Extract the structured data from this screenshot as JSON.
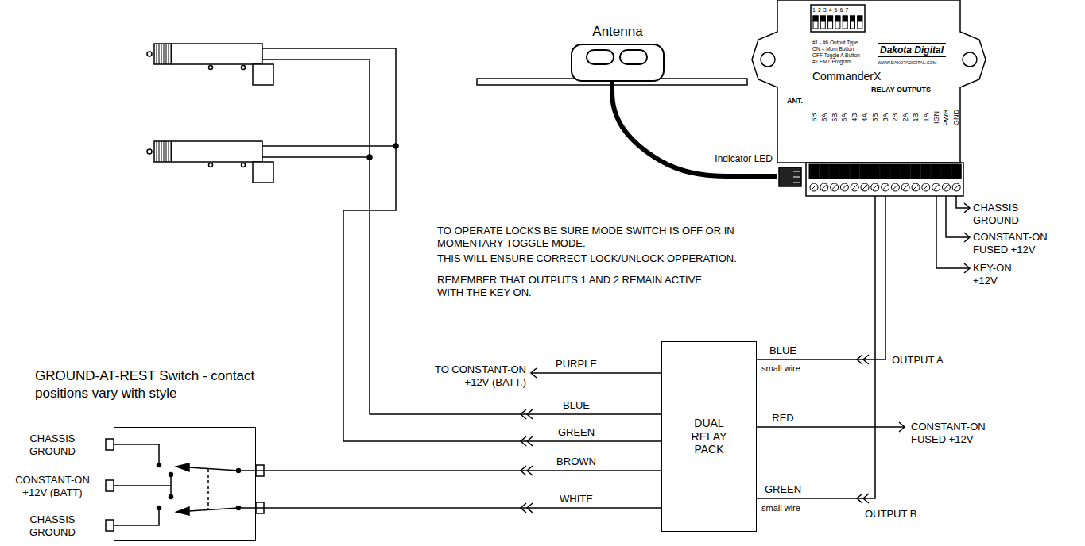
{
  "diagram": {
    "nodes": [
      {
        "text": [
          "Antenna"
        ]
      },
      {
        "text": [
          "1234567",
          "#1 - #6 Output Type",
          "ON = Mom Button",
          "OFF Toggle A Button",
          "#7 EMT Program",
          "Dakota Digital",
          "WWW.DAKOTADIGITAL.COM",
          "CommanderX",
          "RELAY OUTPUTS",
          "ANT.",
          "6B",
          "6A",
          "5B",
          "5A",
          "4B",
          "4A",
          "3B",
          "3A",
          "2B",
          "2A",
          "1B",
          "1A",
          "IGN",
          "PWR",
          "GND"
        ]
      },
      {
        "text": [
          "DUAL RELAY PACK"
        ]
      },
      {
        "text": [
          "GROUND-AT-REST Switch - contact positions vary with style"
        ]
      }
    ],
    "edges": [
      {
        "from": 0,
        "to": 1,
        "arrow": "none"
      },
      {
        "from": 2,
        "to": 1,
        "arrow": "none"
      },
      {
        "from": 2,
        "to": 1,
        "arrow": "none"
      },
      {
        "from": 2,
        "to": 3,
        "arrow": "none"
      },
      {
        "from": 2,
        "to": 3,
        "arrow": "none"
      }
    ],
    "labels": [
      "Indicator LED",
      "CHASSIS GROUND",
      "CONSTANT-ON FUSED +12V",
      "KEY-ON +12V",
      "TO OPERATE LOCKS BE SURE MODE SWITCH IS OFF OR IN MOMENTARY TOGGLE MODE.",
      "THIS WILL ENSURE CORRECT LOCK/UNLOCK OPPERATION.",
      "REMEMBER THAT OUTPUTS 1 AND 2 REMAIN ACTIVE WITH THE KEY ON.",
      "PURPLE",
      "TO CONSTANT-ON +12V (BATT.)",
      "BLUE",
      "GREEN",
      "BROWN",
      "WHITE",
      "BLUE",
      "small wire",
      "OUTPUT A",
      "RED",
      "CONSTANT-ON FUSED +12V",
      "GREEN",
      "small wire",
      "OUTPUT B",
      "CHASSIS GROUND",
      "CONSTANT-ON +12V (BATT)",
      "CHASSIS GROUND"
    ]
  }
}
